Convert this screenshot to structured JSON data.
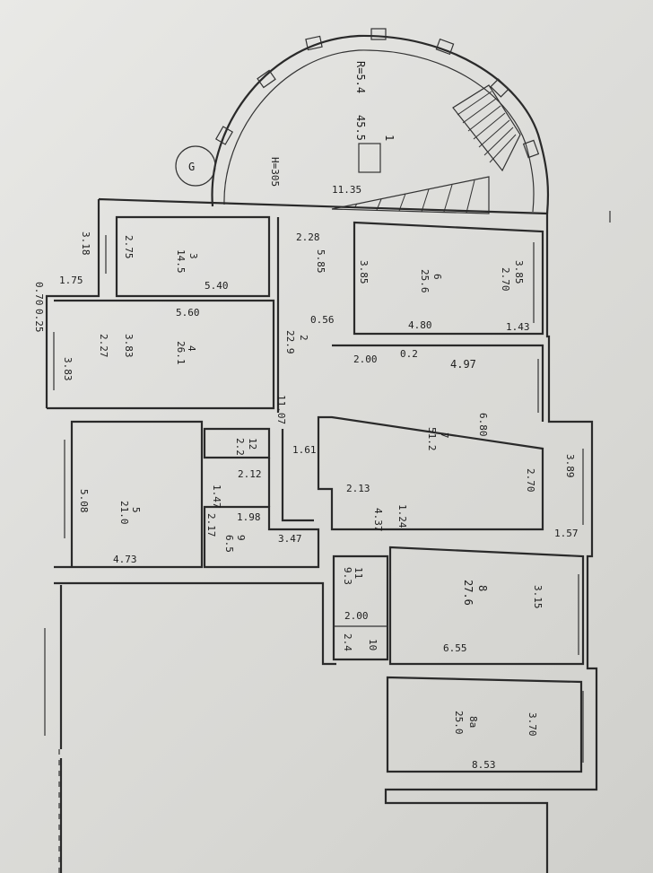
{
  "labels": {
    "r": "R=5.4",
    "r_sub": "45.5",
    "top_1": "1",
    "h": "H=305",
    "arc_len": "11.35",
    "axis": "G",
    "r3_h": "3.18",
    "r3_w": "2.75",
    "r3_num": "3",
    "r3_area": "14.5",
    "r3_len": "5.40",
    "w_175": "1.75",
    "w_070": "0.70",
    "w_025": "0.25",
    "r4_w": "5.60",
    "r4_h": "3.83",
    "r4_d": "2.27",
    "r4_num": "4",
    "r4_area": "26.1",
    "r4_side": "3.83",
    "c228": "2.28",
    "c585": "5.85",
    "c_area": "22.9",
    "c_num": "2",
    "c_x": "0.56",
    "c107": "11.07",
    "r6_h": "3.85",
    "r6_num": "6",
    "r6_area": "25.6",
    "r6_d": "2.70",
    "r6_side": "3.85",
    "r6_len": "4.80",
    "r6_x": "1.43",
    "r7_200": "2.00",
    "r7_x": "0.2",
    "r7_len": "4.97",
    "r7_num": "7",
    "r7_area": "51.2",
    "r7_h": "6.80",
    "r7_389": "3.89",
    "r7_270": "2.70",
    "r7_157": "1.57",
    "r12_num": "12",
    "r12_area": "2.2",
    "c161": "1.61",
    "c212": "2.12",
    "c213": "2.13",
    "c124": "1.24",
    "r5_h": "5.08",
    "r5_num": "5",
    "r5_area": "21.0",
    "r5_len": "4.73",
    "r9_147": "1.47",
    "r9_198": "1.98",
    "r9_217": "2.17",
    "r9_num": "9",
    "r9_area": "6.5",
    "r9_347": "3.47",
    "c437": "4.37",
    "r11_num": "11",
    "r11_area": "9.3",
    "r10_200": "2.00",
    "r10_area": "2.4",
    "r10_num": "10",
    "r8_num": "8",
    "r8_area": "27.6",
    "r8_h": "3.15",
    "r8_len": "6.55",
    "r8a_num": "8a",
    "r8a_area": "25.0",
    "r8a_h": "3.70",
    "r8a_len": "8.53"
  }
}
